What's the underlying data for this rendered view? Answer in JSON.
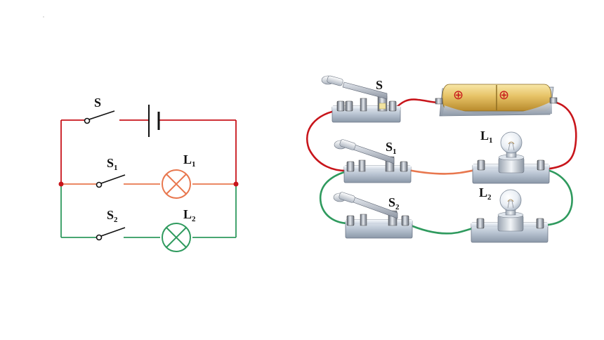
{
  "colors": {
    "red_wire": "#c8151b",
    "orange_wire": "#e8774e",
    "green_wire": "#2f9a5e",
    "component": "#111111"
  },
  "schematic": {
    "switch_main": "S",
    "switch_1": "S",
    "switch_1_sub": "1",
    "lamp_1": "L",
    "lamp_1_sub": "1",
    "switch_2": "S",
    "switch_2_sub": "2",
    "lamp_2": "L",
    "lamp_2_sub": "2"
  },
  "physical": {
    "switch_main": "S",
    "switch_1": "S",
    "switch_1_sub": "1",
    "switch_2": "S",
    "switch_2_sub": "2",
    "lamp_1": "L",
    "lamp_1_sub": "1",
    "lamp_2": "L",
    "lamp_2_sub": "2",
    "battery_terminal_1": "⊕",
    "battery_terminal_2": "⊕"
  }
}
